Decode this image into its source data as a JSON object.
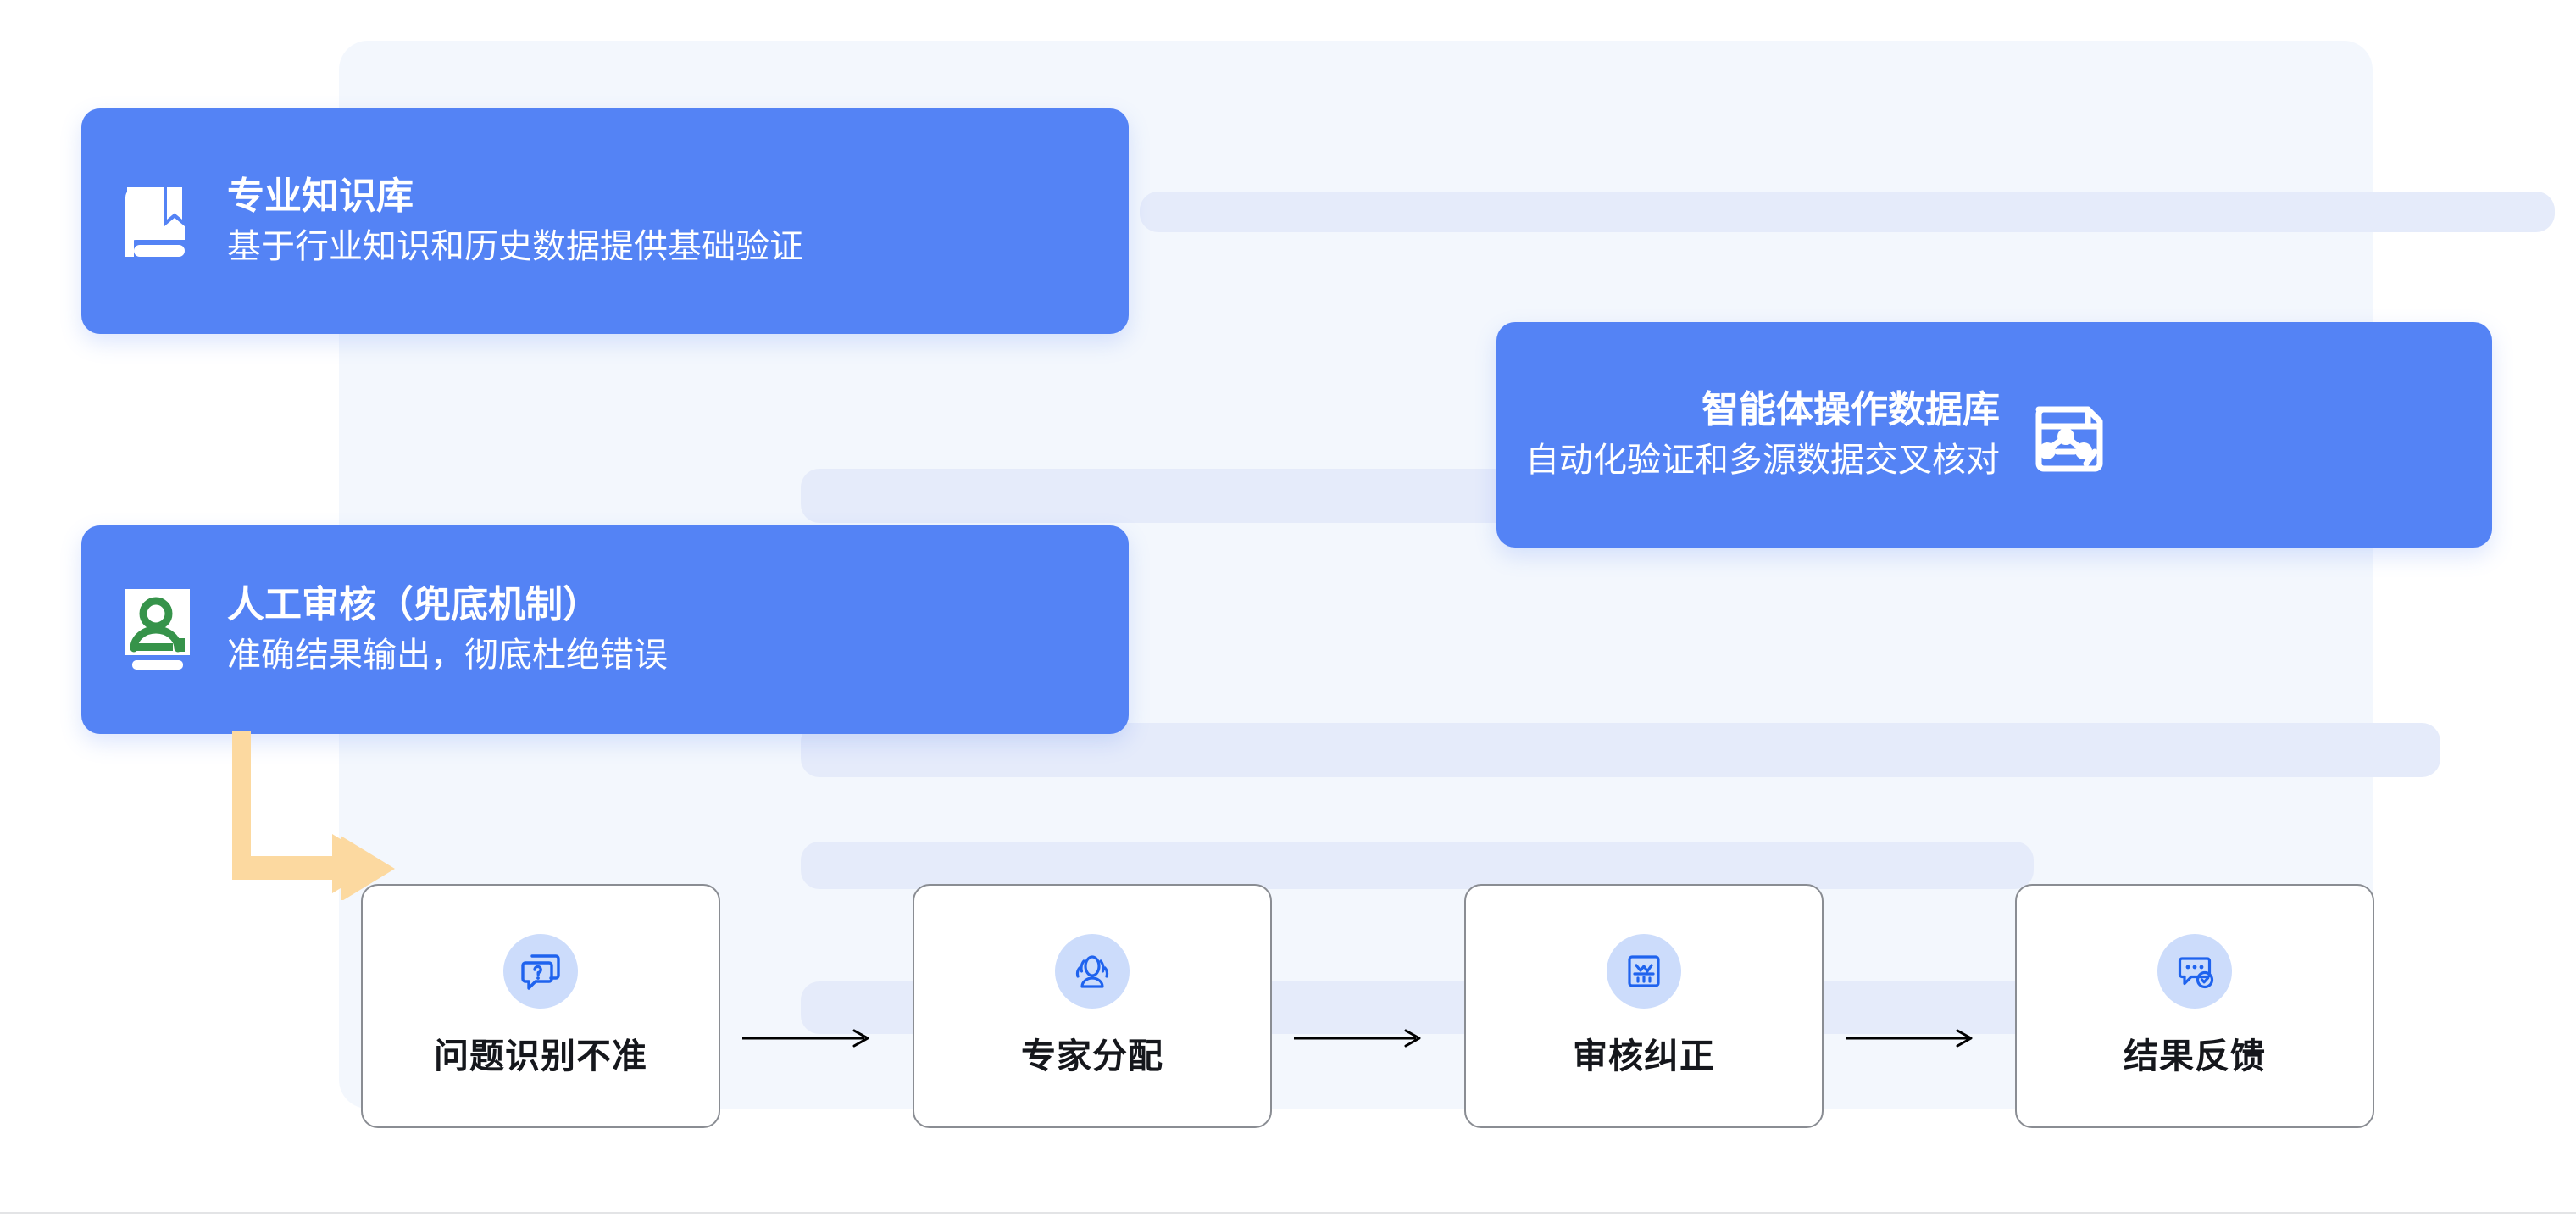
{
  "colors": {
    "card_blue": "#5483F5",
    "panel_bg": "#F3F7FD",
    "skeleton_bar": "#E5EBFA",
    "step_icon_bg": "#CCDCFB",
    "step_icon_stroke": "#1F63EE",
    "arrow_orange": "#FCD9A0",
    "person_green": "#36934A",
    "step_border": "#8A8D93",
    "step_label": "#15171C"
  },
  "feature_cards": [
    {
      "id": "knowledge",
      "title": "专业知识库",
      "description": "基于行业知识和历史数据提供基础验证",
      "icon": "book-bookmark-icon",
      "align": "left"
    },
    {
      "id": "database",
      "title": "智能体操作数据库",
      "description": "自动化验证和多源数据交叉核对",
      "icon": "data-cube-network-icon",
      "align": "right"
    },
    {
      "id": "manual",
      "title": "人工审核（兜底机制）",
      "description": "准确结果输出，彻底杜绝错误",
      "icon": "person-review-icon",
      "align": "left"
    }
  ],
  "flow": {
    "entry_arrow": "elbow-arrow-right-icon",
    "connector": "arrow-right-icon",
    "steps": [
      {
        "label": "问题识别不准",
        "icon": "chat-question-icon"
      },
      {
        "label": "专家分配",
        "icon": "experts-group-icon"
      },
      {
        "label": "审核纠正",
        "icon": "audit-chart-icon"
      },
      {
        "label": "结果反馈",
        "icon": "chat-check-icon"
      }
    ]
  }
}
